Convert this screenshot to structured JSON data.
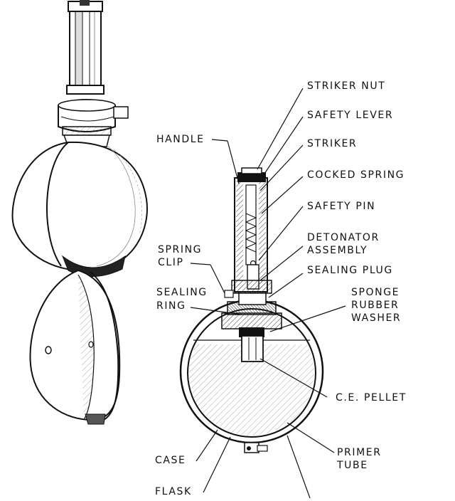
{
  "labels": {
    "striker_nut": "STRIKER NUT",
    "safety_lever": "SAFETY LEVER",
    "handle": "HANDLE",
    "striker": "STRIKER",
    "cocked_spring": "COCKED SPRING",
    "safety_pin": "SAFETY PIN",
    "spring_clip_1": "SPRING",
    "spring_clip_2": "CLIP",
    "detonator_assembly_1": "DETONATOR",
    "detonator_assembly_2": "ASSEMBLY",
    "sealing_plug": "SEALING PLUG",
    "sealing_ring_1": "SEALING",
    "sealing_ring_2": "RING",
    "sponge_rubber_washer_1": "SPONGE",
    "sponge_rubber_washer_2": "RUBBER",
    "sponge_rubber_washer_3": "WASHER",
    "ce_pellet": "C.E. PELLET",
    "case": "CASE",
    "primer_tube_1": "PRIMER",
    "primer_tube_2": "TUBE",
    "flask": "FLASK"
  }
}
